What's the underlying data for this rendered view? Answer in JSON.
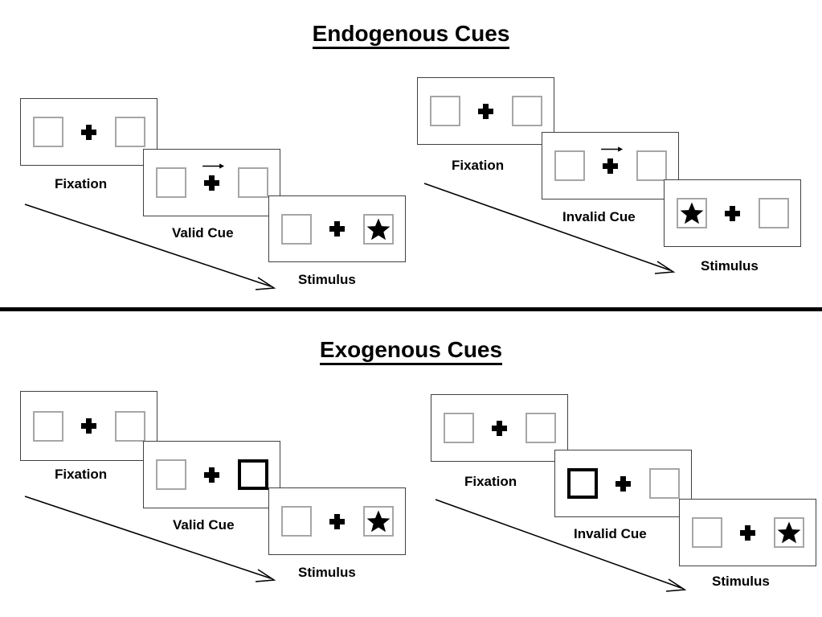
{
  "sections": [
    {
      "id": "endogenous",
      "title": "Endogenous Cues",
      "columns": [
        {
          "id": "endogenous-valid",
          "cue_label": "Valid Cue",
          "panels": [
            {
              "label": "Fixation",
              "type": "fixation"
            },
            {
              "label": "Valid Cue",
              "type": "cue-arrow",
              "arrow_direction": "right",
              "cued_side": "none"
            },
            {
              "label": "Stimulus",
              "type": "stimulus",
              "star_side": "right"
            }
          ]
        },
        {
          "id": "endogenous-invalid",
          "cue_label": "Invalid Cue",
          "panels": [
            {
              "label": "Fixation",
              "type": "fixation"
            },
            {
              "label": "Invalid Cue",
              "type": "cue-arrow",
              "arrow_direction": "right",
              "cued_side": "none"
            },
            {
              "label": "Stimulus",
              "type": "stimulus",
              "star_side": "left"
            }
          ]
        }
      ]
    },
    {
      "id": "exogenous",
      "title": "Exogenous Cues",
      "columns": [
        {
          "id": "exogenous-valid",
          "cue_label": "Valid Cue",
          "panels": [
            {
              "label": "Fixation",
              "type": "fixation"
            },
            {
              "label": "Valid Cue",
              "type": "cue-box",
              "cued_side": "right"
            },
            {
              "label": "Stimulus",
              "type": "stimulus",
              "star_side": "right"
            }
          ]
        },
        {
          "id": "exogenous-invalid",
          "cue_label": "Invalid Cue",
          "panels": [
            {
              "label": "Fixation",
              "type": "fixation"
            },
            {
              "label": "Invalid Cue",
              "type": "cue-box",
              "cued_side": "left"
            },
            {
              "label": "Stimulus",
              "type": "stimulus",
              "star_side": "right"
            }
          ]
        }
      ]
    }
  ],
  "icons": {
    "plus": "fixation-cross-icon",
    "star": "star-icon",
    "cue_arrow": "arrow-right-icon",
    "flow_arrow": "time-flow-arrow-icon",
    "empty_box": "placeholder-box-icon",
    "cued_box": "highlighted-box-icon"
  },
  "colors": {
    "panel_border": "#404040",
    "box_border": "#a6a6a6",
    "cued_box_border": "#000000",
    "ink": "#000000",
    "background": "#ffffff"
  }
}
